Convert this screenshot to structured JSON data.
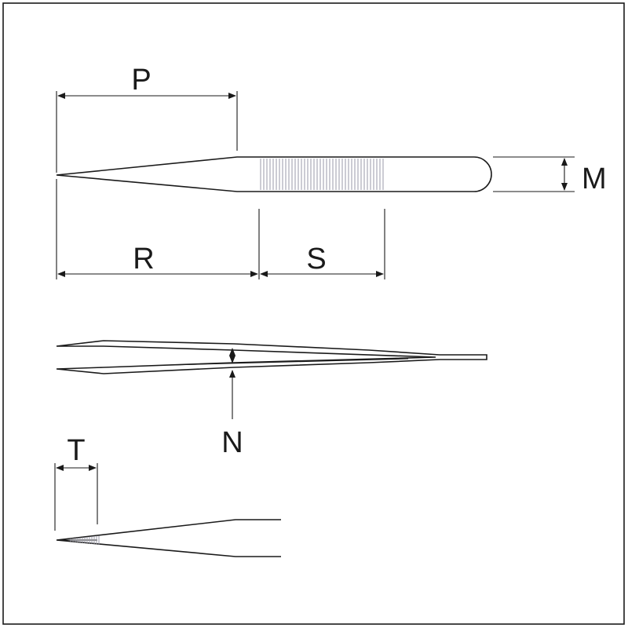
{
  "labels": {
    "p": "P",
    "r": "R",
    "s": "S",
    "m": "M",
    "n": "N",
    "t": "T"
  },
  "colors": {
    "line": "#1a1a1a",
    "grip": "#9a9aa8",
    "frame": "#1a1a1a"
  }
}
